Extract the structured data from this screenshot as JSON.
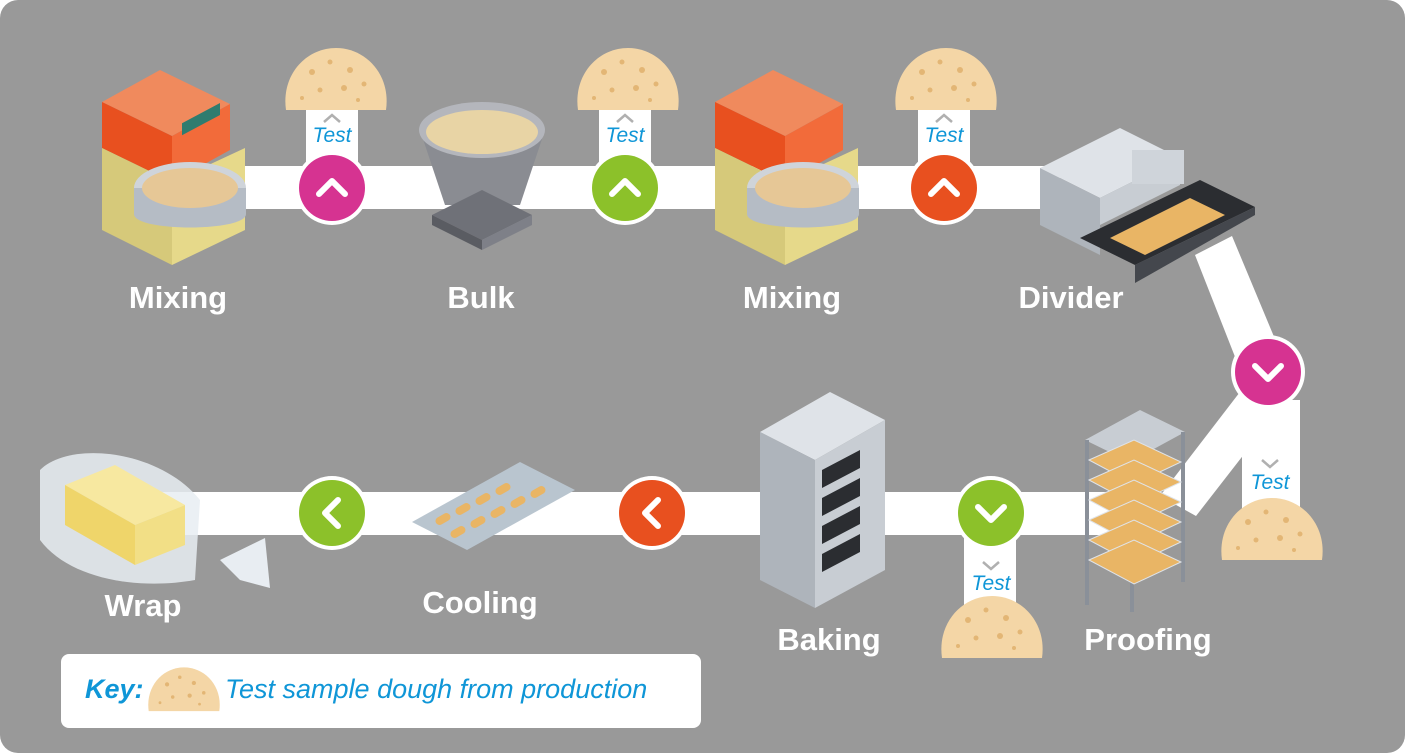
{
  "stages": {
    "mixing_1": "Mixing",
    "bulk": "Bulk",
    "mixing_2": "Mixing",
    "divider": "Divider",
    "proofing": "Proofing",
    "baking": "Baking",
    "cooling": "Cooling",
    "wrap": "Wrap"
  },
  "test_label": "Test",
  "key": {
    "title": "Key:",
    "text": "Test sample dough from production"
  },
  "colors": {
    "background": "#999999",
    "belt": "#ffffff",
    "magenta": "#d63391",
    "green": "#8cc12a",
    "orange": "#e8501f",
    "accent_text": "#0f96d7",
    "dough": "#f4d6a6"
  },
  "checkpoints": [
    {
      "id": "cp-1",
      "color": "magenta",
      "direction": "up"
    },
    {
      "id": "cp-2",
      "color": "green",
      "direction": "up"
    },
    {
      "id": "cp-3",
      "color": "orange",
      "direction": "up"
    },
    {
      "id": "cp-4",
      "color": "magenta",
      "direction": "down"
    },
    {
      "id": "cp-5",
      "color": "green",
      "direction": "down"
    },
    {
      "id": "cp-6",
      "color": "orange",
      "direction": "left"
    },
    {
      "id": "cp-7",
      "color": "green",
      "direction": "left"
    }
  ]
}
